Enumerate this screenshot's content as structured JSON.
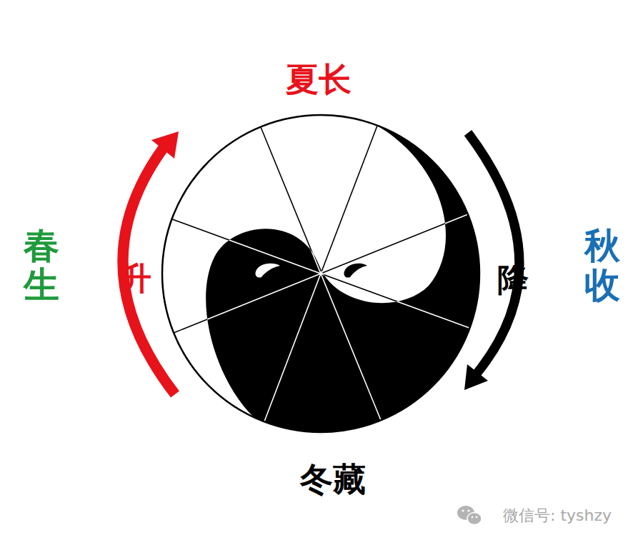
{
  "diagram": {
    "labels": [
      "夏长",
      "春生",
      "升",
      "降",
      "秋收",
      "冬藏",
      "微信号: tyshzy"
    ]
  }
}
